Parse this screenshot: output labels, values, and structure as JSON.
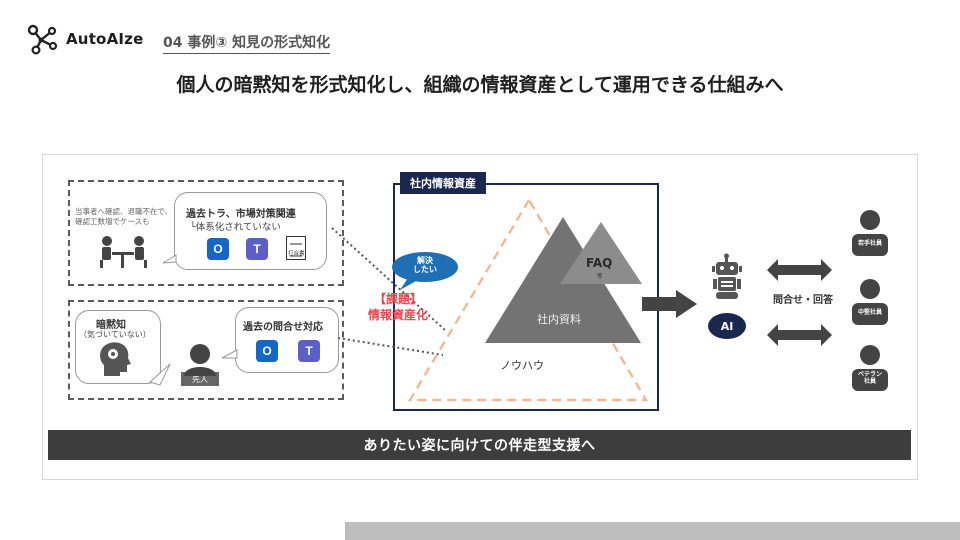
{
  "logo": {
    "text": "AutoAIze"
  },
  "section_title": "04 事例③ 知見の形式知化",
  "headline": "個人の暗黙知を形式知化し、組織の情報資産として運用できる仕組みへ",
  "left_top": {
    "side_note": "当事者へ確認、退職不在で、確認工数増でケースも",
    "bubble_title": "過去トラ、市場対策関連",
    "bubble_sub": "└体系化されていない",
    "icons": {
      "outlook": "O",
      "teams": "T",
      "doc_label": "打合書"
    }
  },
  "left_bottom": {
    "tacit_title": "暗黙知",
    "tacit_sub": "（気づいていない）",
    "bubble_title": "過去の問合せ対応",
    "icons": {
      "outlook": "O",
      "teams": "T"
    },
    "person_label": "先人"
  },
  "resolve": {
    "line1": "解決",
    "line2": "したい"
  },
  "issue": {
    "line1": "【課題】",
    "line2": "情報資産化"
  },
  "assets": {
    "frame_label": "社内情報資産",
    "faq": "FAQ",
    "faq_sub": "等",
    "internal_docs": "社内資料",
    "knowhow": "ノウハウ"
  },
  "ai": {
    "label": "AI",
    "qa": "問合せ・回答"
  },
  "people": [
    {
      "label": "若手社員"
    },
    {
      "label": "中堅社員"
    },
    {
      "label": "ベテラン社員"
    }
  ],
  "bottom_banner": "ありたい姿に向けての伴走型支援へ",
  "colors": {
    "navy": "#1a2850",
    "accent_red": "#e8474f",
    "bubble_blue": "#1f6fb5",
    "triangle_grey": "#737373",
    "dashed_orange": "#f3b892",
    "banner": "#3d3d3d"
  },
  "icon_names": [
    "network-logo-icon",
    "meeting-icon",
    "brain-icon",
    "person-icon",
    "robot-icon",
    "double-arrow-icon",
    "arrow-right-icon"
  ]
}
